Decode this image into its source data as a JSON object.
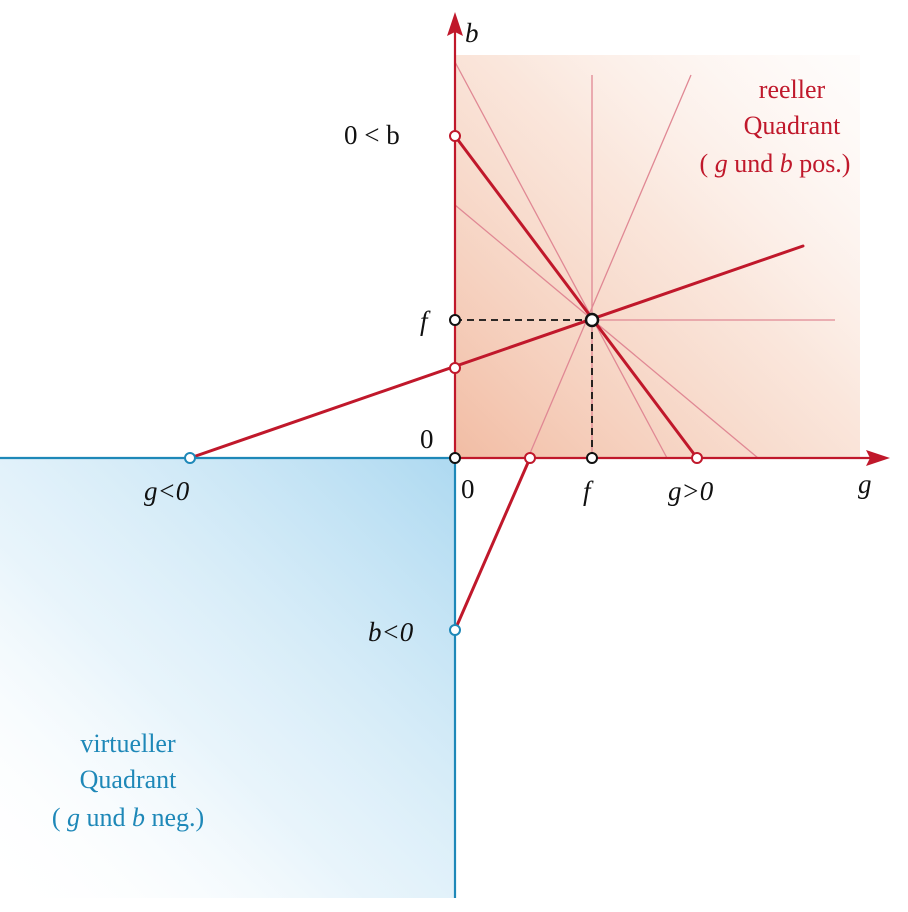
{
  "colors": {
    "real": "#c0182b",
    "virtual": "#1e88b8",
    "real_fill": "#f3c2ad",
    "virtual_fill": "#b9def2"
  },
  "axes": {
    "b_axis_label": "b",
    "g_axis_label": "g"
  },
  "labels": {
    "origin_b": "0",
    "origin_g": "0",
    "f_b": "f",
    "f_g": "f",
    "b_pos": "0 < b",
    "g_neg": "g<0",
    "g_pos": "g>0",
    "b_neg": "b<0"
  },
  "real_quadrant": {
    "line1": "reeller",
    "line2": "Quadrant",
    "line3_open": "( ",
    "line3_g": "g",
    "line3_mid": " und ",
    "line3_b": "b",
    "line3_close": " pos.)"
  },
  "virtual_quadrant": {
    "line1": "virtueller",
    "line2": "Quadrant",
    "line3_open": "( ",
    "line3_g": "g",
    "line3_mid": " und ",
    "line3_b": "b",
    "line3_close": " neg.)"
  }
}
